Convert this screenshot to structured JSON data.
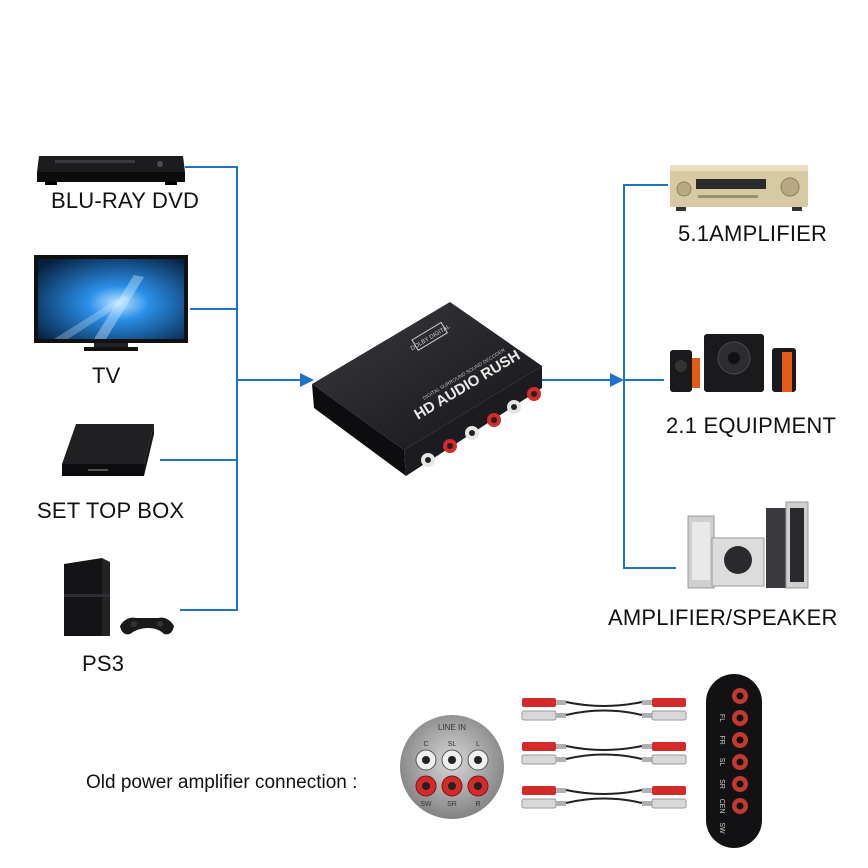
{
  "sources": [
    {
      "label": "BLU-RAY DVD",
      "icon": "blu-ray-player-icon"
    },
    {
      "label": "TV",
      "icon": "tv-icon"
    },
    {
      "label": "SET TOP BOX",
      "icon": "set-top-box-icon"
    },
    {
      "label": "PS3",
      "icon": "ps3-console-icon"
    }
  ],
  "outputs": [
    {
      "label": "5.1AMPLIFIER",
      "icon": "av-receiver-icon"
    },
    {
      "label": "2.1 EQUIPMENT",
      "icon": "speaker-system-icon"
    },
    {
      "label": "AMPLIFIER/SPEAKER",
      "icon": "tower-speakers-icon"
    }
  ],
  "decoder": {
    "brand_text": "HD AUDIO RUSH",
    "subtitle_text": "DIGITAL SURROUND SOUND DECODER",
    "badge_text": "DOLBY DIGITAL"
  },
  "connection_caption": "Old power amplifier connection :",
  "line_in_panel": {
    "title": "LINE IN",
    "channel_labels": [
      "C",
      "SL",
      "L",
      "SW",
      "SR",
      "R"
    ]
  },
  "output_panel_labels": [
    "FL",
    "FR",
    "SL",
    "SR",
    "CEN",
    "SW"
  ],
  "colors": {
    "wire": "#1e73c8",
    "device_dark": "#1b1b1e",
    "rca_red": "#d42a2a",
    "rca_white": "#e6e6e6"
  }
}
